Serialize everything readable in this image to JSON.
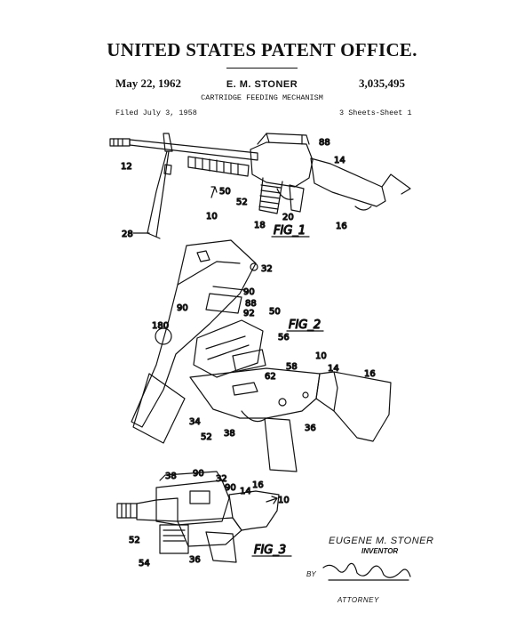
{
  "header": {
    "office": "UNITED STATES PATENT OFFICE.",
    "date": "May 22, 1962",
    "inventor": "E. M. STONER",
    "patent_number": "3,035,495",
    "title": "CARTRIDGE FEEDING MECHANISM",
    "filed": "Filed July 3, 1958",
    "sheets": "3 Sheets-Sheet 1"
  },
  "figures": {
    "fig1": {
      "label": "FIG_1",
      "refs": [
        "88",
        "14",
        "12",
        "50",
        "52",
        "10",
        "18",
        "20",
        "16",
        "28"
      ]
    },
    "fig2": {
      "label": "FIG_2",
      "refs": [
        "32",
        "90",
        "90",
        "88",
        "92",
        "50",
        "56",
        "180",
        "58",
        "10",
        "14",
        "16",
        "62",
        "34",
        "52",
        "38",
        "36"
      ]
    },
    "fig3": {
      "label": "FIG_3",
      "refs": [
        "38",
        "90",
        "32",
        "90",
        "16",
        "14",
        "10",
        "52",
        "54",
        "36"
      ]
    }
  },
  "signature": {
    "name": "EUGENE M. STONER",
    "role": "INVENTOR",
    "by": "BY",
    "attorney": "ATTORNEY"
  },
  "icons": [
    "patent-drawing-fig1-rifle",
    "patent-drawing-fig2-receiver",
    "patent-drawing-fig3-rifle",
    "handwritten-signature"
  ]
}
